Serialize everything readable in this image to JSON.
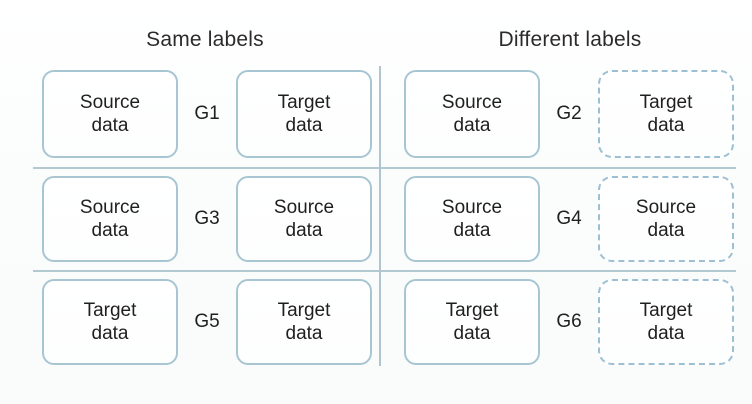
{
  "figure": {
    "columns": [
      {
        "id": "same",
        "title": "Same labels"
      },
      {
        "id": "different",
        "title": "Different labels"
      }
    ],
    "cells": [
      {
        "group": "G1",
        "column": "same",
        "row": 1,
        "left_box": {
          "line1": "Source",
          "line2": "data",
          "style": "solid"
        },
        "right_box": {
          "line1": "Target",
          "line2": "data",
          "style": "solid"
        }
      },
      {
        "group": "G2",
        "column": "different",
        "row": 1,
        "left_box": {
          "line1": "Source",
          "line2": "data",
          "style": "solid"
        },
        "right_box": {
          "line1": "Target",
          "line2": "data",
          "style": "dashed"
        }
      },
      {
        "group": "G3",
        "column": "same",
        "row": 2,
        "left_box": {
          "line1": "Source",
          "line2": "data",
          "style": "solid"
        },
        "right_box": {
          "line1": "Source",
          "line2": "data",
          "style": "solid"
        }
      },
      {
        "group": "G4",
        "column": "different",
        "row": 2,
        "left_box": {
          "line1": "Source",
          "line2": "data",
          "style": "solid"
        },
        "right_box": {
          "line1": "Source",
          "line2": "data",
          "style": "dashed"
        }
      },
      {
        "group": "G5",
        "column": "same",
        "row": 3,
        "left_box": {
          "line1": "Target",
          "line2": "data",
          "style": "solid"
        },
        "right_box": {
          "line1": "Target",
          "line2": "data",
          "style": "solid"
        }
      },
      {
        "group": "G6",
        "column": "different",
        "row": 3,
        "left_box": {
          "line1": "Target",
          "line2": "data",
          "style": "solid"
        },
        "right_box": {
          "line1": "Target",
          "line2": "data",
          "style": "dashed"
        }
      }
    ],
    "colors": {
      "box_border_solid": "#a8c5d2",
      "box_border_dashed": "#9dbfd4",
      "divider": "#b3c9d2",
      "text": "#1f1f1f",
      "background": "#ffffff"
    }
  }
}
